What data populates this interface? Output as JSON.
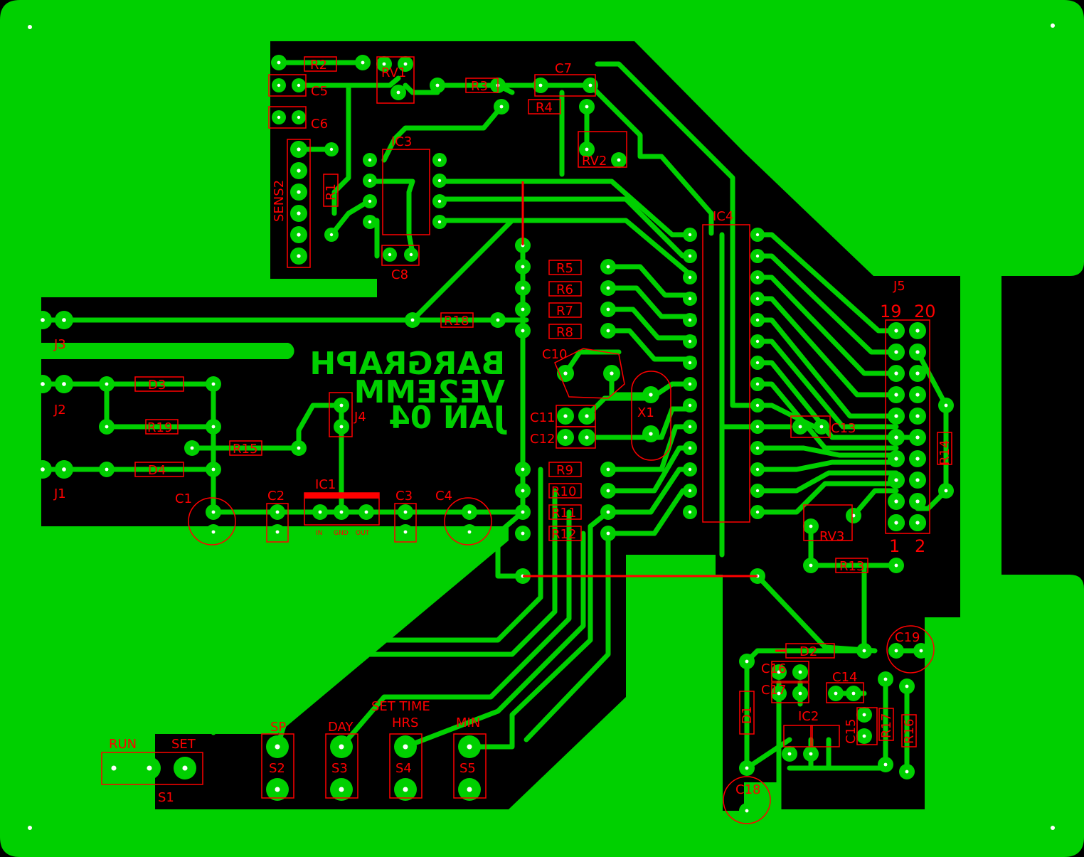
{
  "colors": {
    "background": "#000000",
    "copper": "#00d000",
    "silk": "#ff0000",
    "drill": "#ffffff"
  },
  "board_text": {
    "line1": "BARGRAPH",
    "line2": "VE2EMM",
    "line3": "JAN 04",
    "mirrored": true
  },
  "connector_labels": {
    "j5_19": "19",
    "j5_20": "20",
    "j5_1": "1",
    "j5_2": "2",
    "set_time": "SET TIME",
    "run": "RUN",
    "set": "SET"
  },
  "ic1_pins": [
    "IN",
    "GND",
    "OUT"
  ],
  "components": [
    {
      "id": "r2",
      "ref": "R2"
    },
    {
      "id": "rv1",
      "ref": "RV1"
    },
    {
      "id": "c5",
      "ref": "C5"
    },
    {
      "id": "r3",
      "ref": "R3"
    },
    {
      "id": "c7",
      "ref": "C7"
    },
    {
      "id": "r4",
      "ref": "R4"
    },
    {
      "id": "c6",
      "ref": "C6"
    },
    {
      "id": "rv2",
      "ref": "RV2"
    },
    {
      "id": "ic3",
      "ref": "IC3"
    },
    {
      "id": "sens2",
      "ref": "SENS2"
    },
    {
      "id": "r1",
      "ref": "R1"
    },
    {
      "id": "ic4",
      "ref": "IC4"
    },
    {
      "id": "c8",
      "ref": "C8"
    },
    {
      "id": "r5",
      "ref": "R5"
    },
    {
      "id": "r6",
      "ref": "R6"
    },
    {
      "id": "r7",
      "ref": "R7"
    },
    {
      "id": "r18",
      "ref": "R18"
    },
    {
      "id": "r8",
      "ref": "R8"
    },
    {
      "id": "j3",
      "ref": "J3"
    },
    {
      "id": "c10",
      "ref": "C10"
    },
    {
      "id": "d3",
      "ref": "D3"
    },
    {
      "id": "j2",
      "ref": "J2"
    },
    {
      "id": "j4",
      "ref": "J4"
    },
    {
      "id": "x1",
      "ref": "X1"
    },
    {
      "id": "r19",
      "ref": "R19"
    },
    {
      "id": "c11",
      "ref": "C11"
    },
    {
      "id": "c12",
      "ref": "C12"
    },
    {
      "id": "r15",
      "ref": "R15"
    },
    {
      "id": "d4",
      "ref": "D4"
    },
    {
      "id": "j1",
      "ref": "J1"
    },
    {
      "id": "r9",
      "ref": "R9"
    },
    {
      "id": "r10",
      "ref": "R10"
    },
    {
      "id": "r11",
      "ref": "R11"
    },
    {
      "id": "r12",
      "ref": "R12"
    },
    {
      "id": "ic1",
      "ref": "IC1"
    },
    {
      "id": "c1",
      "ref": "C1"
    },
    {
      "id": "c2",
      "ref": "C2"
    },
    {
      "id": "c3",
      "ref": "C3"
    },
    {
      "id": "c4",
      "ref": "C4"
    },
    {
      "id": "j5",
      "ref": "J5"
    },
    {
      "id": "c13",
      "ref": "C13"
    },
    {
      "id": "r14",
      "ref": "R14"
    },
    {
      "id": "rv3",
      "ref": "RV3"
    },
    {
      "id": "r13",
      "ref": "R13"
    },
    {
      "id": "c19",
      "ref": "C19"
    },
    {
      "id": "d2",
      "ref": "D2"
    },
    {
      "id": "c16",
      "ref": "C16"
    },
    {
      "id": "c17",
      "ref": "C17"
    },
    {
      "id": "c14",
      "ref": "C14"
    },
    {
      "id": "ic2",
      "ref": "IC2"
    },
    {
      "id": "c15",
      "ref": "C15"
    },
    {
      "id": "r17",
      "ref": "R17"
    },
    {
      "id": "r16",
      "ref": "R16"
    },
    {
      "id": "d1",
      "ref": "D1"
    },
    {
      "id": "c18",
      "ref": "C18"
    },
    {
      "id": "s1",
      "ref": "S1"
    },
    {
      "id": "s2",
      "ref": "S2"
    },
    {
      "id": "s3",
      "ref": "S3"
    },
    {
      "id": "s4",
      "ref": "S4"
    },
    {
      "id": "s5",
      "ref": "S5"
    }
  ],
  "switches": [
    {
      "id": "sp",
      "caption": "SP"
    },
    {
      "id": "day",
      "caption": "DAY"
    },
    {
      "id": "hrs",
      "caption": "HRS"
    },
    {
      "id": "min",
      "caption": "MIN"
    }
  ]
}
